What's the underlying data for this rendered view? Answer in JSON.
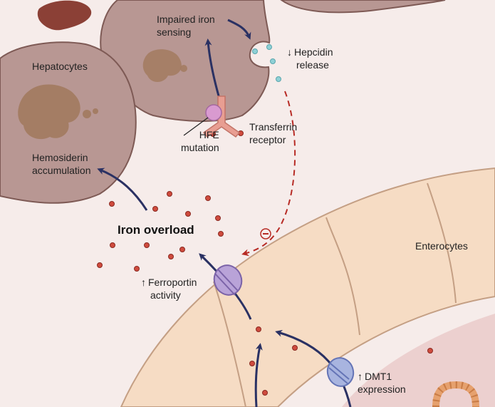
{
  "labels": {
    "hepatocytes": "Hepatocytes",
    "impaired_iron_sensing": [
      "Impaired iron",
      "sensing"
    ],
    "hepcidin_release": [
      "Hepcidin",
      "release"
    ],
    "hepcidin_arrow": "↓",
    "hfe_mutation": [
      "HFE",
      "mutation"
    ],
    "transferrin_receptor": [
      "Transferrin",
      "receptor"
    ],
    "hemosiderin_accumulation": [
      "Hemosiderin",
      "accumulation"
    ],
    "iron_overload": "Iron overload",
    "enterocytes": "Enterocytes",
    "ferroportin_activity": [
      "Ferroportin",
      "activity"
    ],
    "ferroportin_arrow": "↑",
    "dmt1_expression": [
      "DMT1",
      "expression"
    ],
    "dmt1_arrow": "↑",
    "inhibit_symbol": "−"
  },
  "colors": {
    "background": "#f6ecea",
    "hepatocyte_fill": "#b89793",
    "hepatocyte_stroke": "#7e5a55",
    "hemosiderin": "#a27a5f",
    "enterocyte_fill": "#f6dcc4",
    "enterocyte_stroke": "#c49f84",
    "lumen_fill": "#ecd0cf",
    "iron_particle": "#cf4b3e",
    "hepcidin_particle": "#8fd0d6",
    "arrow_navy": "#2a3163",
    "dashed_red": "#b72b25",
    "transporter_purple": "#b9a3d8",
    "transporter_blue": "#a8b4df",
    "transferrin_receptor": "#e89e92",
    "hfe_protein": "#d99ad0",
    "liver_icon": "#8b4036",
    "intestine_icon": "#e6a16e"
  },
  "icons": [
    "liver-icon",
    "intestine-icon"
  ]
}
